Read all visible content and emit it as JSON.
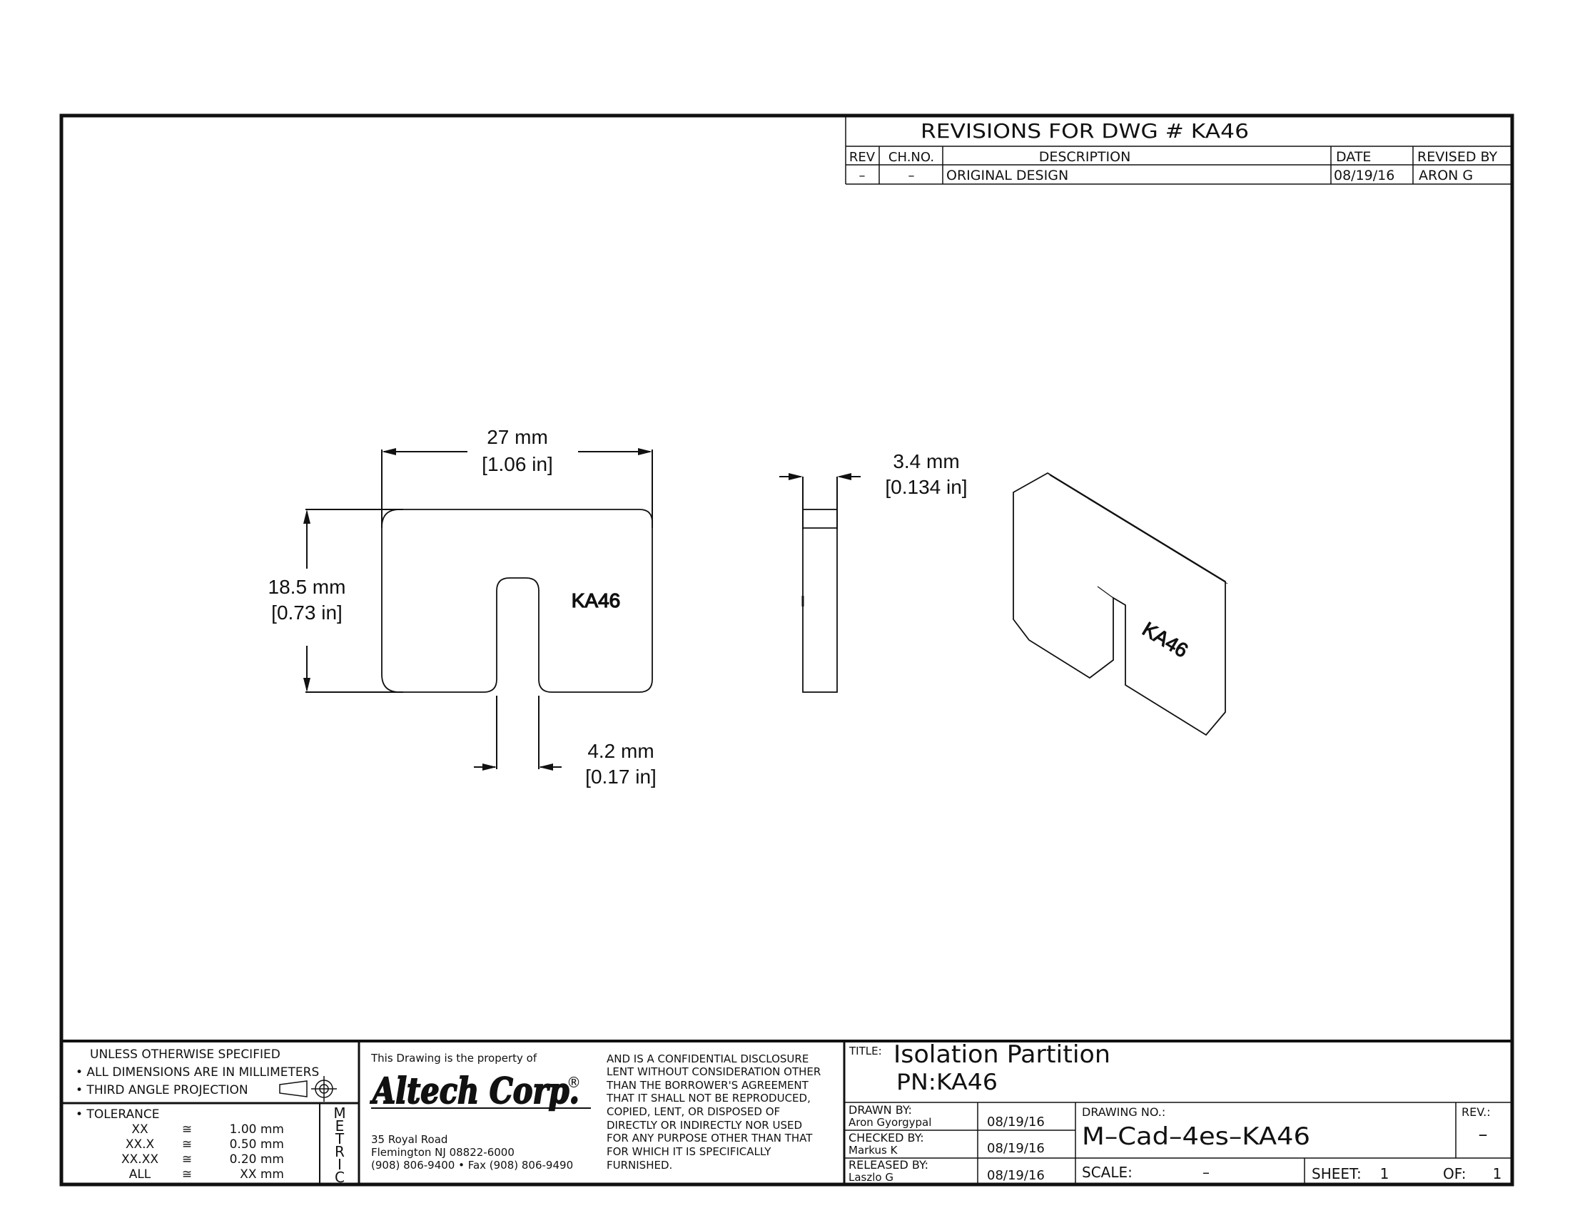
{
  "revisions": {
    "title": "REVISIONS FOR DWG # KA46",
    "headers": {
      "rev": "REV",
      "ch_no": "CH.NO.",
      "description": "DESCRIPTION",
      "date": "DATE",
      "revised_by": "REVISED BY"
    },
    "row": {
      "rev": "–",
      "ch_no": "–",
      "description": "ORIGINAL DESIGN",
      "date": "08/19/16",
      "revised_by": "ARON G"
    }
  },
  "dimensions": {
    "width_mm": "27 mm",
    "width_in": "[1.06 in]",
    "height_mm": "18.5 mm",
    "height_in": "[0.73 in]",
    "thickness_mm": "3.4 mm",
    "thickness_in": "[0.134 in]",
    "slot_mm": "4.2 mm",
    "slot_in": "[0.17 in]"
  },
  "part_mark": "KA46",
  "notes": {
    "unless": "UNLESS OTHERWISE SPECIFIED",
    "bullet1": "• ALL DIMENSIONS ARE IN MILLIMETERS",
    "bullet2": "• THIRD ANGLE PROJECTION",
    "tolerance_label": "• TOLERANCE",
    "tolerances": [
      {
        "format": "XX",
        "symbol": "≅",
        "value": "1.00 mm"
      },
      {
        "format": "XX.X",
        "symbol": "≅",
        "value": "0.50 mm"
      },
      {
        "format": "XX.XX",
        "symbol": "≅",
        "value": "0.20 mm"
      },
      {
        "format": "ALL",
        "symbol": "≅",
        "value": "XX mm"
      }
    ],
    "metric": [
      "M",
      "E",
      "T",
      "R",
      "I",
      "C"
    ]
  },
  "company": {
    "property_of": "This Drawing is the property of",
    "logo": "Altech Corp.",
    "registered": "®",
    "address1": "35 Royal Road",
    "address2": "Flemington NJ 08822-6000",
    "phone": "(908) 806-9400 • Fax (908) 806-9490",
    "disclosure": [
      "AND IS A CONFIDENTIAL DISCLOSURE",
      "LENT WITHOUT CONSIDERATION OTHER",
      "THAN THE BORROWER'S AGREEMENT",
      "THAT IT SHALL NOT BE REPRODUCED,",
      "COPIED, LENT, OR DISPOSED OF",
      "DIRECTLY OR INDIRECTLY NOR USED",
      "FOR ANY PURPOSE OTHER THAN THAT",
      "FOR WHICH IT IS SPECIFICALLY",
      "FURNISHED."
    ]
  },
  "title_block": {
    "title_label": "TITLE:",
    "title": "Isolation Partition",
    "pn": "PN:KA46",
    "drawn_label": "DRAWN BY:",
    "drawn_by": "Aron Gyorgypal",
    "drawn_date": "08/19/16",
    "checked_label": "CHECKED BY:",
    "checked_by": "Markus K",
    "checked_date": "08/19/16",
    "released_label": "RELEASED BY:",
    "released_by": "Laszlo G",
    "released_date": "08/19/16",
    "drawing_no_label": "DRAWING NO.:",
    "drawing_no": "M–Cad–4es–KA46",
    "rev_label": "REV.:",
    "rev": "–",
    "scale_label": "SCALE:",
    "scale": "–",
    "sheet_label": "SHEET:",
    "sheet": "1",
    "of_label": "OF:",
    "of": "1"
  },
  "colors": {
    "ink": "#111111",
    "paper": "#ffffff"
  }
}
